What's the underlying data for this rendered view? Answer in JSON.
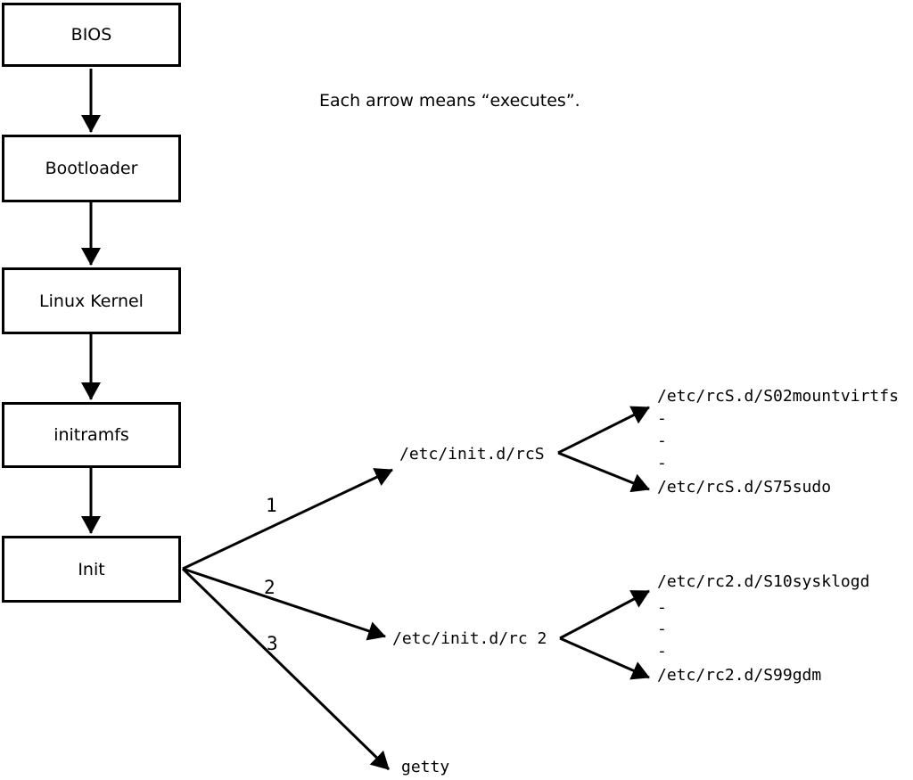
{
  "note": "Each arrow means “executes”.",
  "chain": [
    {
      "label": "BIOS"
    },
    {
      "label": "Bootloader"
    },
    {
      "label": "Linux Kernel"
    },
    {
      "label": "initramfs"
    },
    {
      "label": "Init"
    }
  ],
  "branches": [
    {
      "number": "1",
      "target": "/etc/init.d/rcS",
      "children": [
        "/etc/rcS.d/S02mountvirtfs",
        "-",
        "-",
        "-",
        "/etc/rcS.d/S75sudo"
      ]
    },
    {
      "number": "2",
      "target": "/etc/init.d/rc 2",
      "children": [
        "/etc/rc2.d/S10sysklogd",
        "-",
        "-",
        "-",
        "/etc/rc2.d/S99gdm"
      ]
    },
    {
      "number": "3",
      "target": "getty",
      "children": []
    }
  ],
  "colors": {
    "line": "#000000",
    "background": "#ffffff"
  }
}
